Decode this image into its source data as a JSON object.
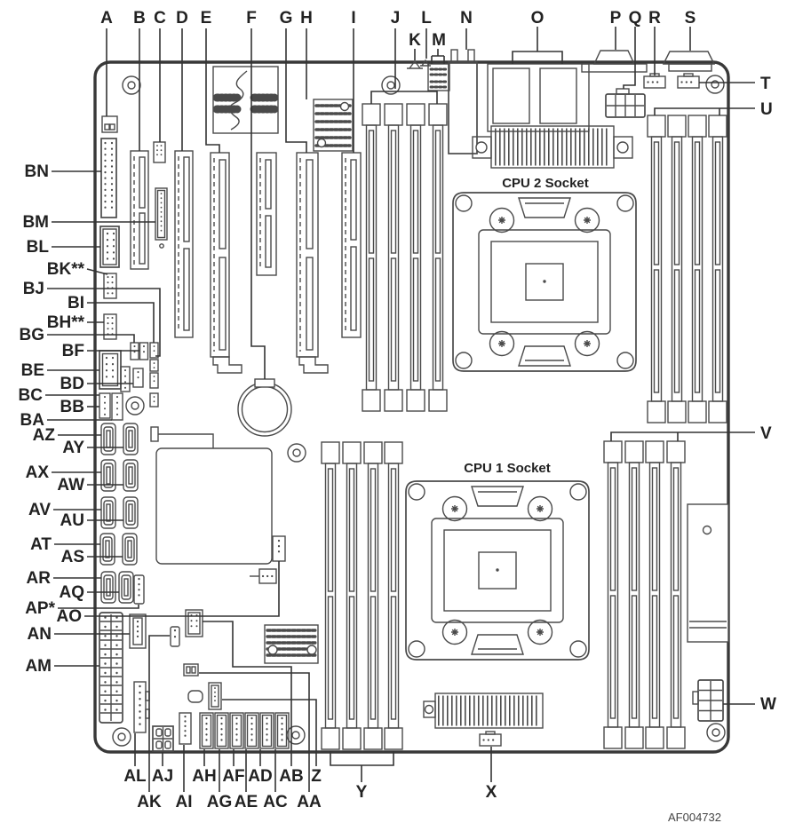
{
  "figure": {
    "type": "motherboard-component-layout-diagram",
    "figure_code": "AF004732",
    "cpu2_socket_label": "CPU 2 Socket",
    "cpu1_socket_label": "CPU 1 Socket",
    "callouts": {
      "A": "A",
      "B": "B",
      "C": "C",
      "D": "D",
      "E": "E",
      "F": "F",
      "G": "G",
      "H": "H",
      "I": "I",
      "J": "J",
      "K": "K",
      "L": "L",
      "M": "M",
      "N": "N",
      "O": "O",
      "P": "P",
      "Q": "Q",
      "R": "R",
      "S": "S",
      "T": "T",
      "U": "U",
      "V": "V",
      "W": "W",
      "X": "X",
      "Y": "Y",
      "Z": "Z",
      "AA": "AA",
      "AB": "AB",
      "AC": "AC",
      "AD": "AD",
      "AE": "AE",
      "AF": "AF",
      "AG": "AG",
      "AH": "AH",
      "AI": "AI",
      "AJ": "AJ",
      "AK": "AK",
      "AL": "AL",
      "AM": "AM",
      "AN": "AN",
      "AO": "AO",
      "AP": "AP*",
      "AQ": "AQ",
      "AR": "AR",
      "AS": "AS",
      "AT": "AT",
      "AU": "AU",
      "AV": "AV",
      "AW": "AW",
      "AX": "AX",
      "AY": "AY",
      "AZ": "AZ",
      "BA": "BA",
      "BB": "BB",
      "BC": "BC",
      "BD": "BD",
      "BE": "BE",
      "BF": "BF",
      "BG": "BG",
      "BH": "BH**",
      "BI": "BI",
      "BJ": "BJ",
      "BK": "BK**",
      "BL": "BL",
      "BM": "BM",
      "BN": "BN"
    }
  }
}
